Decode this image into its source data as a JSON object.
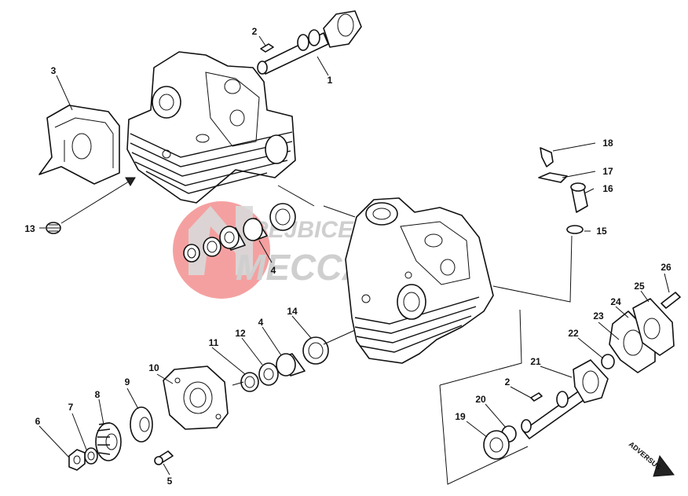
{
  "watermark": {
    "line1": "REJBICE",
    "line2": "MECCANICA"
  },
  "direction_badge": "ADVERSUS",
  "callouts": {
    "c1": "1",
    "c2a": "2",
    "c2b": "2",
    "c3": "3",
    "c4a": "4",
    "c4b": "4",
    "c5": "5",
    "c6": "6",
    "c7": "7",
    "c8": "8",
    "c9": "9",
    "c10": "10",
    "c11": "11",
    "c12": "12",
    "c13": "13",
    "c14": "14",
    "c15": "15",
    "c16": "16",
    "c17": "17",
    "c18": "18",
    "c19": "19",
    "c20": "20",
    "c21": "21",
    "c22": "22",
    "c23": "23",
    "c24": "24",
    "c25": "25",
    "c26": "26"
  }
}
